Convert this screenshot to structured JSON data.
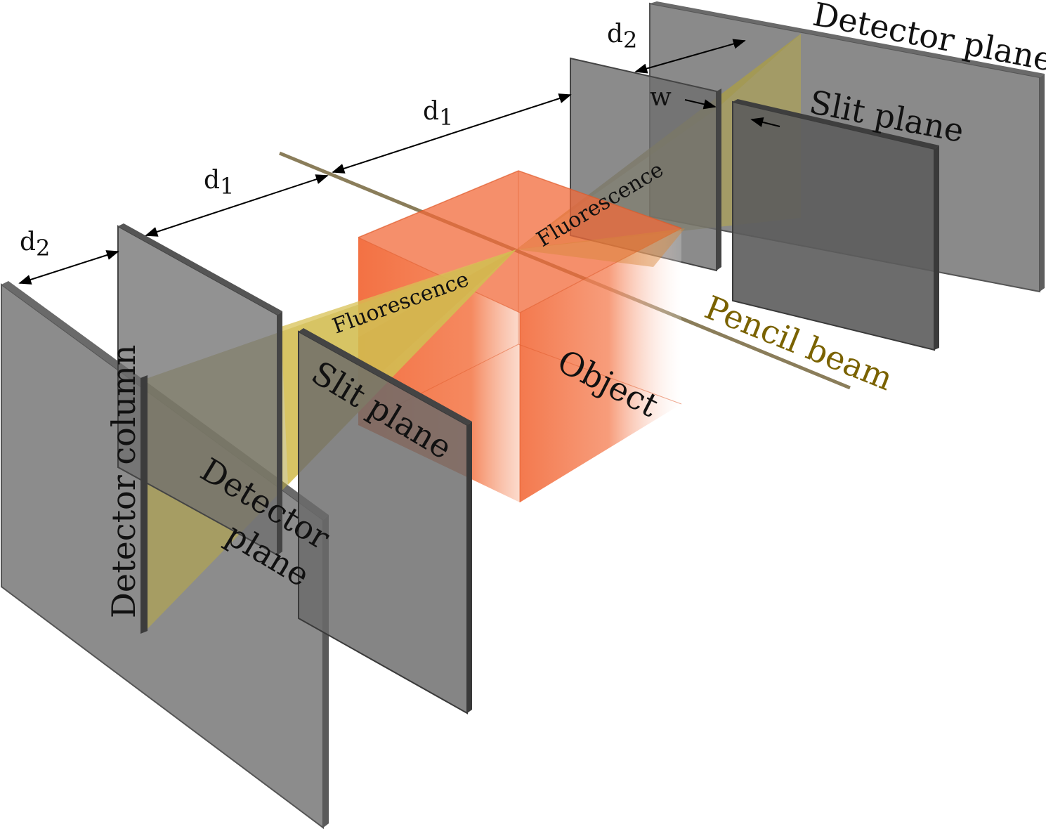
{
  "labels": {
    "detector_plane_right": "Detector plane",
    "slit_plane_right": "Slit plane",
    "d2_right": "d2",
    "d1_right": "d1",
    "w": "w",
    "fluorescence_right": "Fluorescence",
    "fluorescence_left": "Fluorescence",
    "d1_left": "d1",
    "d2_left": "d2",
    "slit_plane_left": "Slit plane",
    "object": "Object",
    "pencil_beam": "Pencil beam",
    "detector_column": "Detector column",
    "detector_plane_left_line1": "Detector",
    "detector_plane_left_line2": "plane"
  },
  "colors": {
    "plate": "#7d7d7d",
    "plate_edge": "#4a4a4a",
    "cube": "#f26a3a",
    "fan": "#b8a948",
    "beam": "#8a7d5a",
    "beam_label": "#7a6200"
  }
}
